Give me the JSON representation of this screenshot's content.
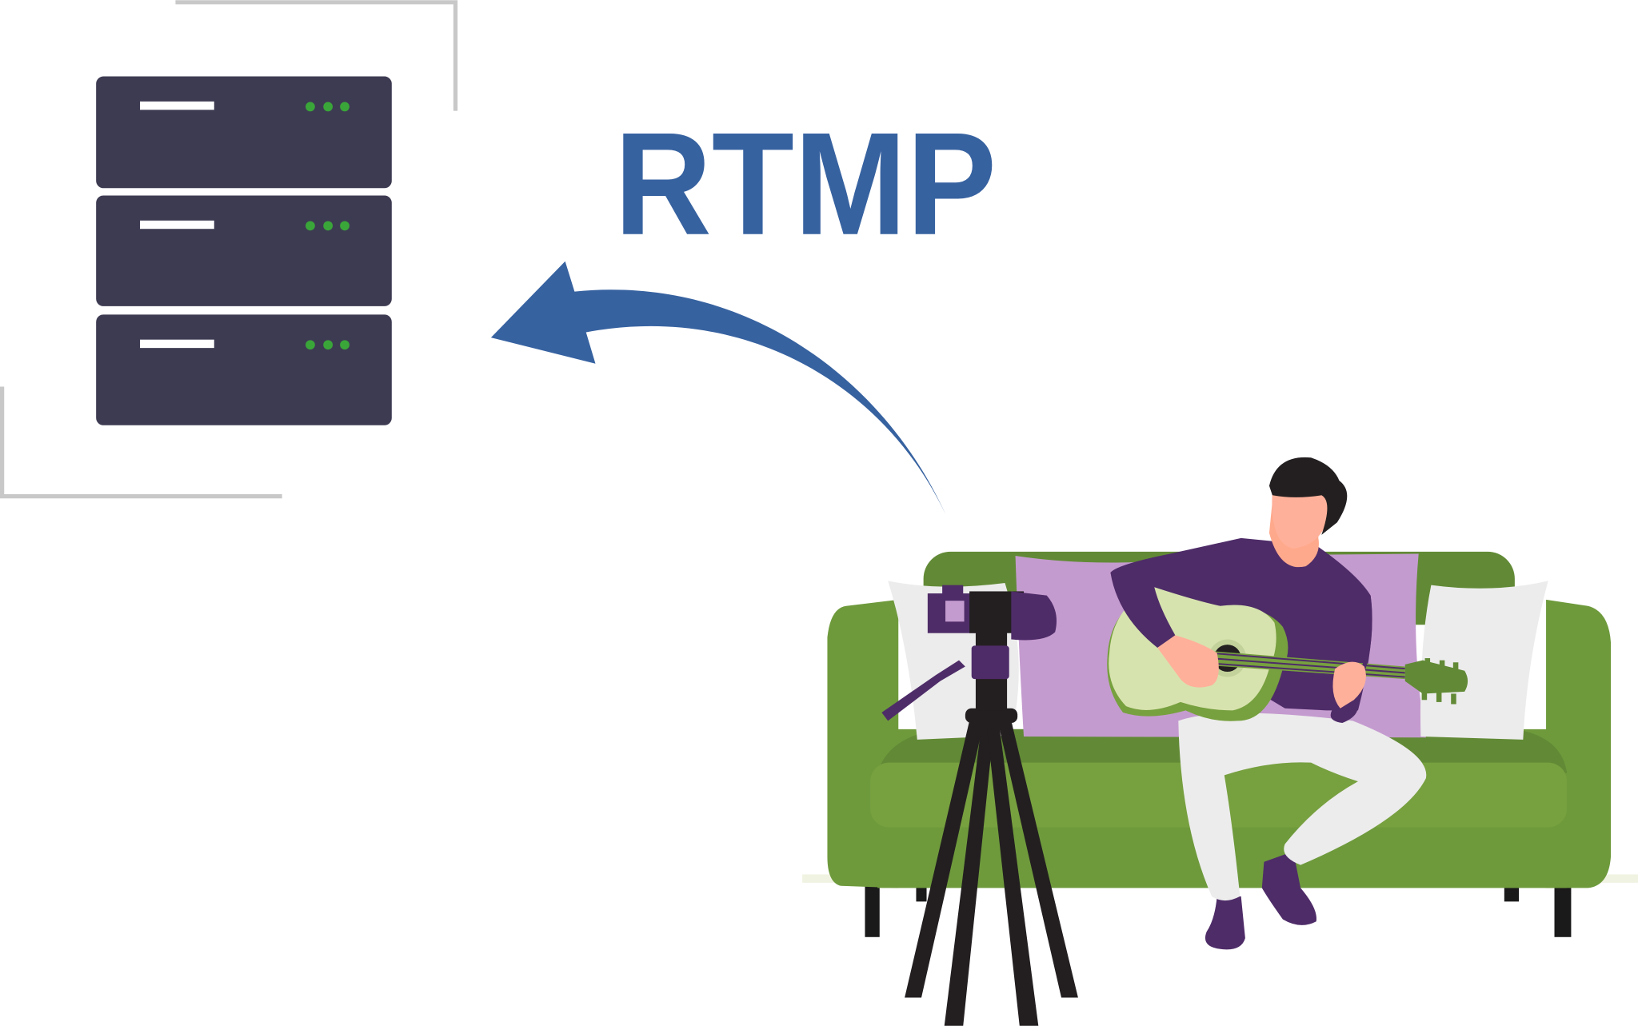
{
  "title": "RTMP",
  "icons": {
    "server": "server-rack-icon",
    "arrow": "curved-arrow-icon",
    "camera": "camera-on-tripod",
    "person": "person-playing-guitar",
    "sofa": "sofa"
  },
  "colors": {
    "title": "#3762a0",
    "arrow": "#3762a0",
    "server": "#3d3b52",
    "server_led": "#3aa639",
    "frame_lines": "#c8c8c8",
    "sofa": "#6e9a3c",
    "sofa_dark": "#628a36",
    "sofa_cushion": "#77a03f",
    "pillow_purple": "#c49bcf",
    "pillow_white": "#ececec",
    "shirt": "#4e2c68",
    "skin": "#ffb09a",
    "hair": "#231f20",
    "guitar": "#d7e3ae",
    "tripod": "#231f20"
  }
}
